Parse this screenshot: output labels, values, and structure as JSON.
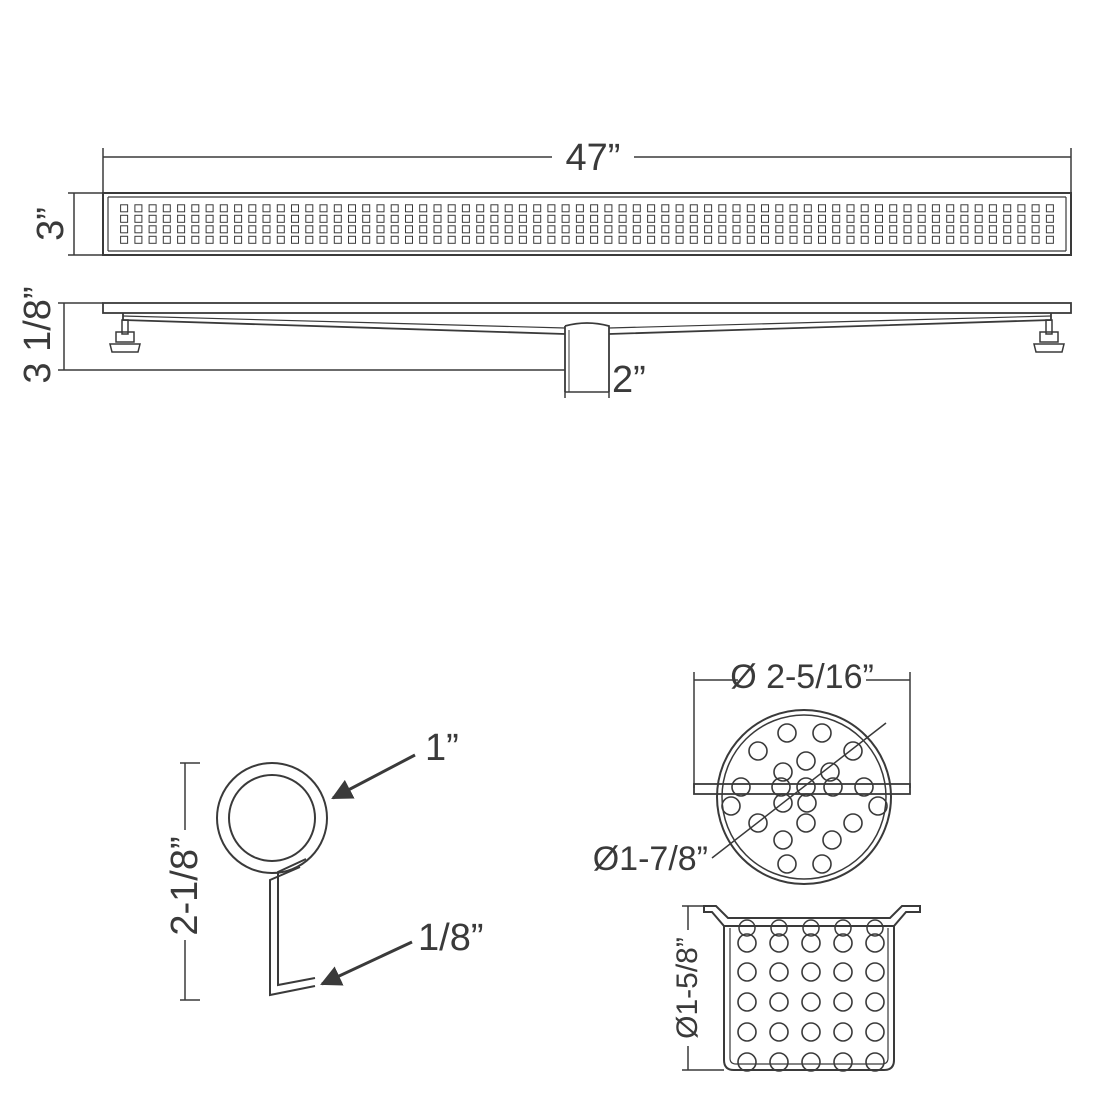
{
  "drain": {
    "length_label": "47”",
    "width_label": "3”",
    "height_label": "3 1/8”",
    "outlet_label": "2”",
    "grate_hole_rows": 4,
    "grate_hole_cols": 66
  },
  "hook": {
    "ring_label": "1”",
    "wire_label": "1/8”",
    "height_label": "2-1/8”"
  },
  "strainer": {
    "outer_diameter_label": "Ø 2-5/16”",
    "inner_diameter_label": "Ø1-7/8”",
    "depth_label": "Ø1-5/8”"
  },
  "colors": {
    "line": "#3a3a3a",
    "background": "#ffffff"
  }
}
